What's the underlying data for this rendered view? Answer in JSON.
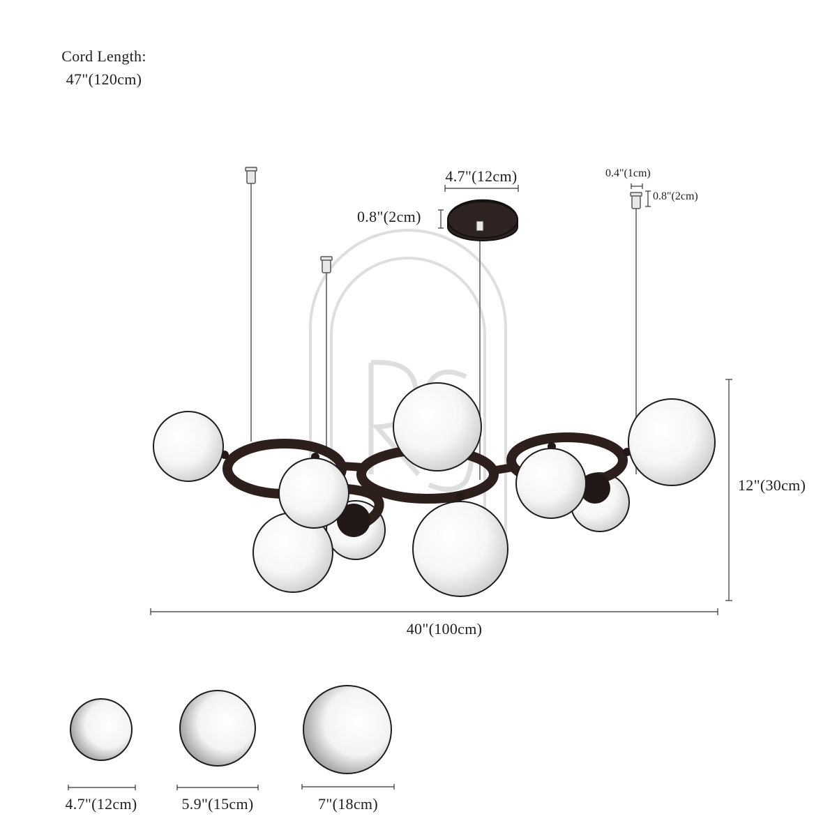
{
  "cord_length": {
    "label": "Cord Length:",
    "value": "47\"(120cm)"
  },
  "canopy": {
    "width": "4.7\"(12cm)",
    "height": "0.8\"(2cm)"
  },
  "rod_end_cap": {
    "width": "0.4\"(1cm)",
    "height": "0.8\"(2cm)"
  },
  "overall": {
    "height": "12\"(30cm)",
    "width": "40\"(100cm)"
  },
  "globe_sizes": [
    {
      "label": "4.7\"(12cm)"
    },
    {
      "label": "5.9\"(15cm)"
    },
    {
      "label": "7\"(18cm)"
    }
  ],
  "colors": {
    "frame": "#2d1f1c",
    "outline": "#1c1c1c",
    "rod": "#8a8a8a",
    "dimension_line": "#333333",
    "watermark": "#d9d9d9"
  }
}
